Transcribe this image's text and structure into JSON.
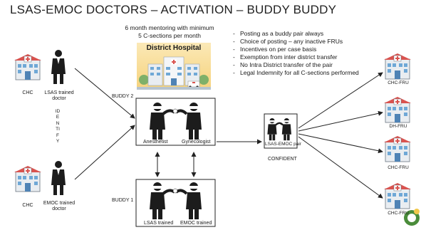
{
  "title": "LSAS-EMOC DOCTORS – ACTIVATION – BUDDY BUDDY",
  "mentoring": {
    "line1": "6 month mentoring with minimum",
    "line2": "5 C-sections per month"
  },
  "hospital_label": "District Hospital",
  "left_column": {
    "chc_top": "CHC",
    "lsas_doctor_line1": "LSAS trained",
    "lsas_doctor_line2": "doctor",
    "identify": "IDENTIFY",
    "chc_bottom": "CHC",
    "emoc_doctor_line1": "EMOC trained",
    "emoc_doctor_line2": "doctor"
  },
  "buddy2": {
    "label": "BUDDY 2",
    "left_role": "Anesthetist",
    "right_role": "Gynecologist"
  },
  "buddy1": {
    "label": "BUDDY 1",
    "left_role": "LSAS trained",
    "right_role": "EMOC trained"
  },
  "pair": {
    "label": "LSAS-EMOC pair",
    "status": "CONFIDENT"
  },
  "bullets": [
    "Posting as a buddy pair always",
    "Choice of posting – any inactive FRUs",
    "Incentives on per case basis",
    "Exemption from inter district transfer",
    "No Intra District transfer of the pair",
    "Legal Indemnity for all C-sections performed"
  ],
  "destinations": [
    "CHC-FRU",
    "DH-FRU",
    "CHC-FRU",
    "CHC-FRU"
  ],
  "colors": {
    "hospital_roof": "#d9534f",
    "hospital_wall": "#e9edf1",
    "window": "#6fa8d6",
    "doctor": "#1c1c1c",
    "line": "#222222",
    "logo_green": "#4a8c3a"
  }
}
